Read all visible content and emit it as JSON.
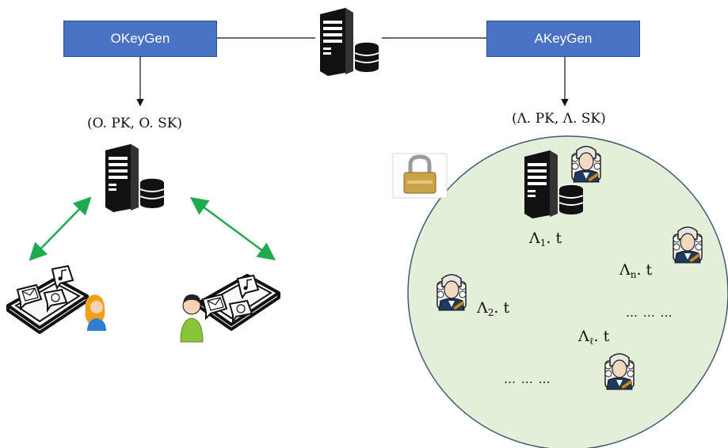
{
  "header": {
    "okeygen_label": "OKeyGen",
    "akeygen_label": "AKeyGen"
  },
  "keys": {
    "owner_pair": "(O. PK, O. SK)",
    "authority_pair": "(Λ. PK, Λ. SK)"
  },
  "authorities": {
    "lambda1": {
      "base": "Λ",
      "sub": "1",
      "suffix": ". t"
    },
    "lambda2": {
      "base": "Λ",
      "sub": "2",
      "suffix": ". t"
    },
    "lambdan": {
      "base": "Λ",
      "sub": "n",
      "suffix": ". t"
    },
    "lambdal": {
      "base": "Λ",
      "sub": "ℓ",
      "suffix": ". t"
    }
  },
  "ellipses": {
    "right": "…  …  …",
    "bottom": "…  …  …"
  },
  "colors": {
    "box_fill": "#4a72c4",
    "circle_fill": "#e3efd9",
    "arrow_green": "#1faa4f",
    "server_black": "#111111"
  },
  "icons": [
    "server-icon",
    "lock-icon",
    "judge-icon",
    "phone-icon",
    "woman-user-icon",
    "man-user-icon"
  ]
}
